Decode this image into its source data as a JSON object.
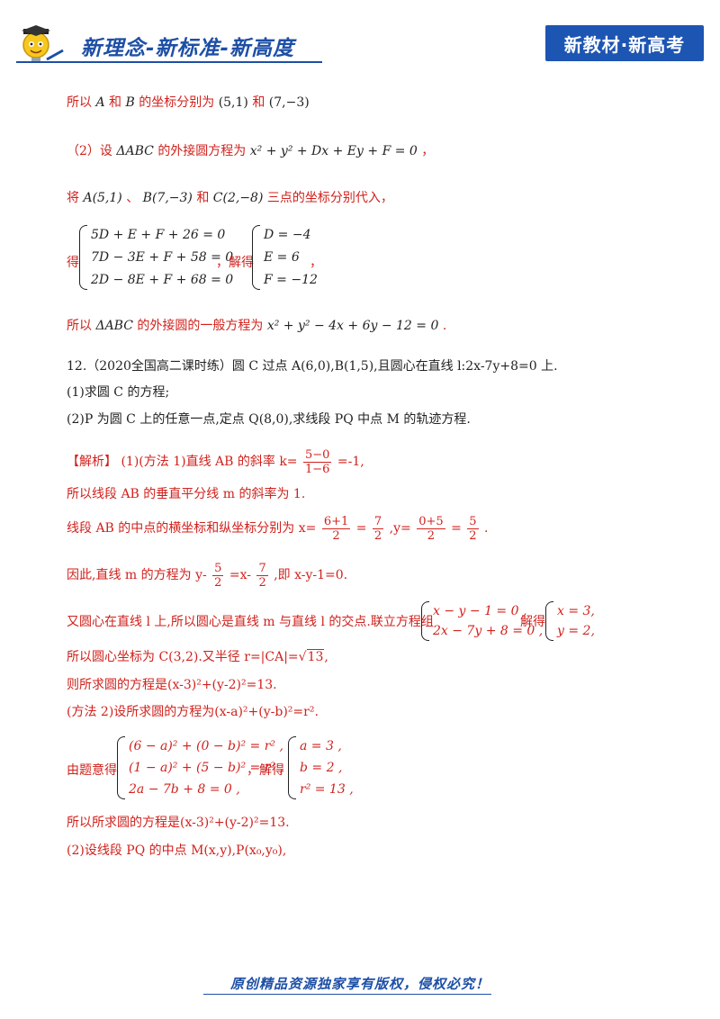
{
  "header": {
    "slogan": "新理念-新标准-新高度",
    "badge": "新教材·新高考"
  },
  "top": {
    "l1_a": "所以",
    "l1_A": "A",
    "l1_and": "和",
    "l1_B": "B",
    "l1_b": "的坐标分别为",
    "l1_p1": "(5,1)",
    "l1_and2": "和",
    "l1_p2": "(7,−3)",
    "l2_a": "（2）设",
    "l2_tri": "ΔABC",
    "l2_b": "的外接圆方程为",
    "l2_eq": "x² + y² + Dx + Ey + F = 0",
    "l2_c": "，",
    "l3_a": "将",
    "l3_A": "A(5,1)",
    "l3_sep": "、",
    "l3_B": "B(7,−3)",
    "l3_and": "和",
    "l3_C": "C(2,−8)",
    "l3_b": "三点的坐标分别代入，",
    "l4_a": "得",
    "sys1": [
      "5D + E + F + 26 = 0",
      "7D − 3E + F + 58 = 0",
      "2D − 8E + F + 68 = 0"
    ],
    "l4_b": "，解得",
    "sys2": [
      "D = −4",
      "E = 6",
      "F = −12"
    ],
    "l4_c": "，",
    "l5_a": "所以",
    "l5_tri": "ΔABC",
    "l5_b": "的外接圆的一般方程为",
    "l5_eq": "x² + y² − 4x + 6y − 12 = 0",
    "l5_c": "."
  },
  "q12": {
    "stem": "12.（2020全国高二课时练）圆 C 过点 A(6,0),B(1,5),且圆心在直线 l:2x-7y+8=0 上.",
    "p1": "(1)求圆 C 的方程;",
    "p2": "(2)P 为圆 C 上的任意一点,定点 Q(8,0),求线段 PQ 中点 M 的轨迹方程."
  },
  "sol": {
    "tag": "【解析】",
    "s1_a": "(1)(方法 1)直线 AB 的斜率 k=",
    "s1_num": "5−0",
    "s1_den": "1−6",
    "s1_b": "=-1,",
    "s2": "所以线段 AB 的垂直平分线 m 的斜率为 1.",
    "s3_a": "线段 AB 的中点的横坐标和纵坐标分别为 x=",
    "s3_f1n": "6+1",
    "s3_f1d": "2",
    "s3_eq": "=",
    "s3_f2n": "7",
    "s3_f2d": "2",
    "s3_y": ",y=",
    "s3_f3n": "0+5",
    "s3_f3d": "2",
    "s3_eq2": "=",
    "s3_f4n": "5",
    "s3_f4d": "2",
    "s3_end": ".",
    "s4_a": "因此,直线 m 的方程为 y-",
    "s4_f1n": "5",
    "s4_f1d": "2",
    "s4_b": "=x-",
    "s4_f2n": "7",
    "s4_f2d": "2",
    "s4_c": ",即 x-y-1=0.",
    "s5_a": "又圆心在直线 l 上,所以圆心是直线 m 与直线 l 的交点.联立方程组",
    "sys3": [
      "x − y − 1 = 0 ,",
      "2x − 7y + 8 = 0 ,"
    ],
    "s5_b": "解得",
    "sys4": [
      "x = 3,",
      "y = 2,"
    ],
    "s6_a": "所以圆心坐标为 C(3,2).又半径 r=|CA|=",
    "s6_sqrt": "13",
    "s6_b": ",",
    "s7": "则所求圆的方程是(x-3)²+(y-2)²=13.",
    "s8": "(方法 2)设所求圆的方程为(x-a)²+(y-b)²=r².",
    "s9_a": "由题意得",
    "sys5": [
      "(6 − a)² + (0 − b)² = r² ,",
      "(1 − a)² + (5 − b)² = r² ,",
      "2a − 7b + 8 = 0 ,"
    ],
    "s9_b": "，解得",
    "sys6": [
      "a = 3 ,",
      "b = 2 ,",
      "r² = 13 ,"
    ],
    "s10": "所以所求圆的方程是(x-3)²+(y-2)²=13.",
    "s11": "(2)设线段 PQ 的中点 M(x,y),P(x₀,y₀),"
  },
  "footer": {
    "text": "原创精品资源独家享有版权，侵权必究！"
  },
  "colors": {
    "accent": "#d0211c",
    "brand": "#1d4fa6"
  }
}
